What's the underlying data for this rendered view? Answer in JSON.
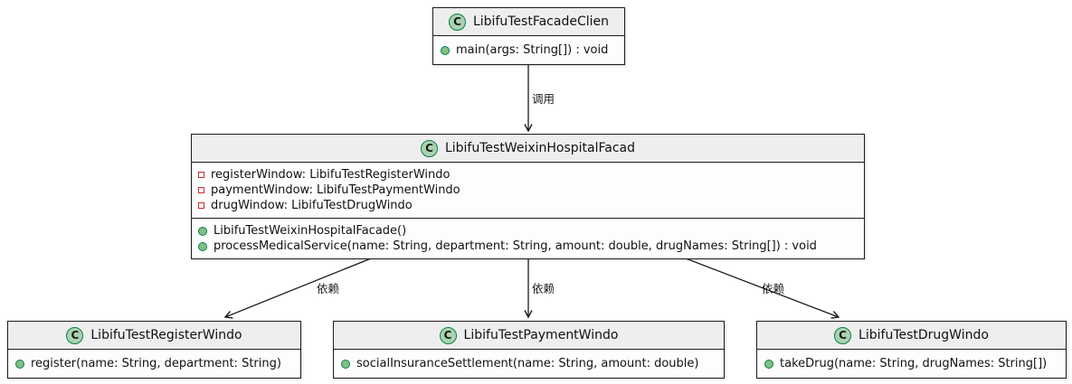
{
  "diagram": {
    "type": "uml-class-diagram",
    "colors": {
      "box_border": "#1b1b1b",
      "title_bg": "#eeeeee",
      "body_bg": "#fdfdfd",
      "badge_bg": "#ADD1B2",
      "badge_border": "#038048",
      "field_marker": "#C82930",
      "method_marker_fill": "#84BE84",
      "method_marker_border": "#038048"
    },
    "edges": {
      "call": {
        "label": "调用"
      },
      "dep1": {
        "label": "依赖"
      },
      "dep2": {
        "label": "依赖"
      },
      "dep3": {
        "label": "依赖"
      }
    },
    "classes": {
      "client": {
        "badge": "C",
        "name": "LibifuTestFacadeClien",
        "methods": [
          {
            "text": "main(args: String[]) : void"
          }
        ]
      },
      "facade": {
        "badge": "C",
        "name": "LibifuTestWeixinHospitalFacad",
        "fields": [
          {
            "text": "registerWindow: LibifuTestRegisterWindo"
          },
          {
            "text": "paymentWindow: LibifuTestPaymentWindo"
          },
          {
            "text": "drugWindow: LibifuTestDrugWindo"
          }
        ],
        "methods": [
          {
            "text": "LibifuTestWeixinHospitalFacade()"
          },
          {
            "text": "processMedicalService(name: String, department: String, amount: double, drugNames: String[]) : void"
          }
        ]
      },
      "register": {
        "badge": "C",
        "name": "LibifuTestRegisterWindo",
        "methods": [
          {
            "text": "register(name: String, department: String)"
          }
        ]
      },
      "payment": {
        "badge": "C",
        "name": "LibifuTestPaymentWindo",
        "methods": [
          {
            "text": "socialInsuranceSettlement(name: String, amount: double)"
          }
        ]
      },
      "drug": {
        "badge": "C",
        "name": "LibifuTestDrugWindo",
        "methods": [
          {
            "text": "takeDrug(name: String, drugNames: String[])"
          }
        ]
      }
    }
  }
}
